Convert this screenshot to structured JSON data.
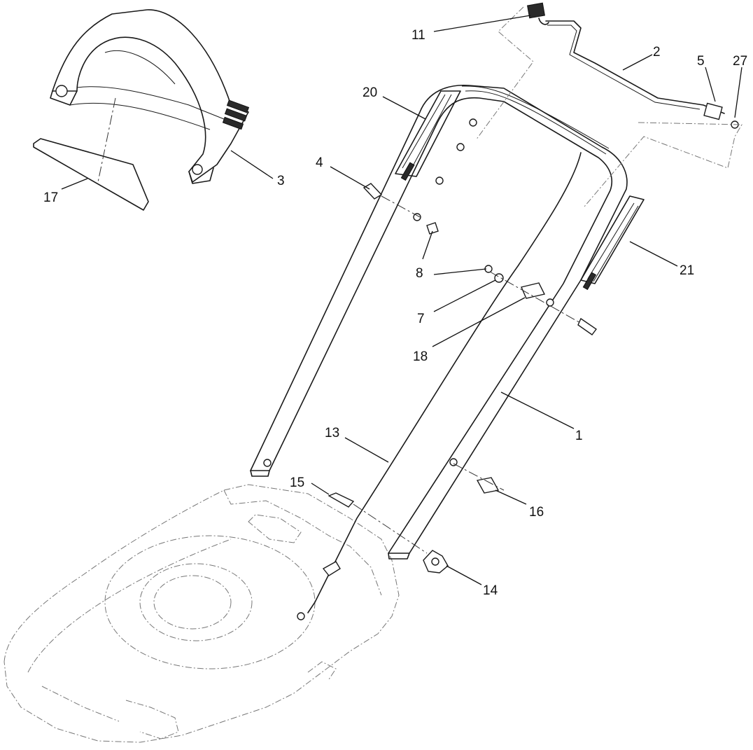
{
  "callouts": [
    {
      "id": "c11",
      "label": "11"
    },
    {
      "id": "c2",
      "label": "2"
    },
    {
      "id": "c5",
      "label": "5"
    },
    {
      "id": "c27",
      "label": "27"
    },
    {
      "id": "c20",
      "label": "20"
    },
    {
      "id": "c3",
      "label": "3"
    },
    {
      "id": "c17",
      "label": "17"
    },
    {
      "id": "c4",
      "label": "4"
    },
    {
      "id": "c8",
      "label": "8"
    },
    {
      "id": "c21",
      "label": "21"
    },
    {
      "id": "c7",
      "label": "7"
    },
    {
      "id": "c18",
      "label": "18"
    },
    {
      "id": "c1",
      "label": "1"
    },
    {
      "id": "c13",
      "label": "13"
    },
    {
      "id": "c15",
      "label": "15"
    },
    {
      "id": "c16",
      "label": "16"
    },
    {
      "id": "c14",
      "label": "14"
    }
  ],
  "colors": {
    "line": "#1a1a1a",
    "ghost": "#777777",
    "background": "#ffffff"
  }
}
